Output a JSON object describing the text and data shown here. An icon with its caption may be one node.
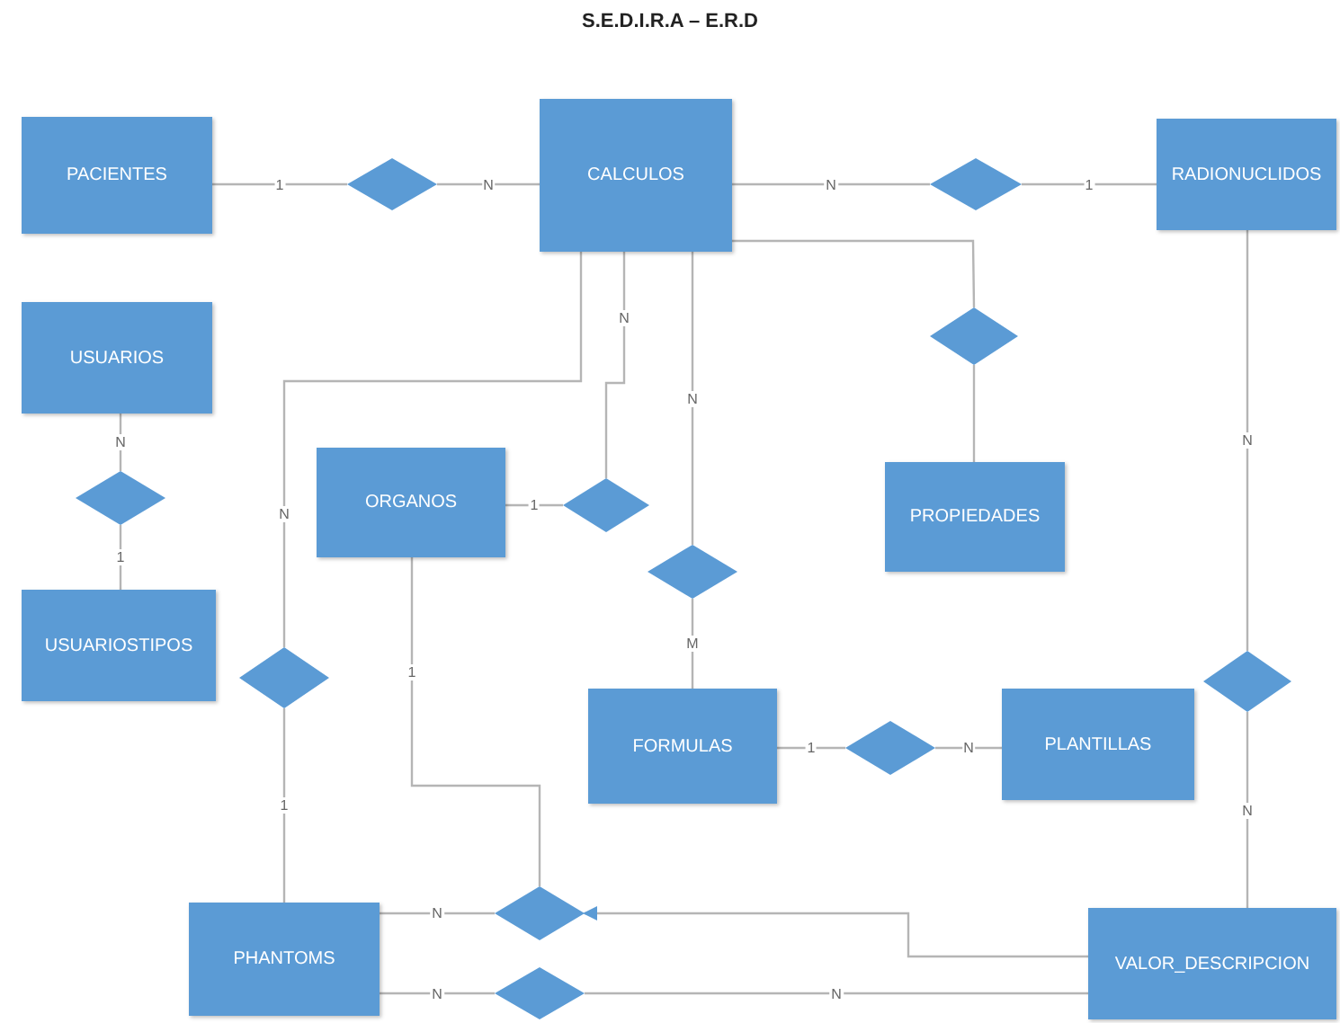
{
  "diagram": {
    "title": "S.E.D.I.R.A – E.R.D",
    "nodes": [
      {
        "text": [
          "PACIENTES"
        ]
      },
      {
        "text": [],
        "shape": "diamond"
      },
      {
        "text": [
          "CALCULOS"
        ]
      },
      {
        "text": [],
        "shape": "diamond"
      },
      {
        "text": [
          "RADIONUCLIDOS"
        ]
      },
      {
        "text": [
          "USUARIOS"
        ]
      },
      {
        "text": [],
        "shape": "diamond"
      },
      {
        "text": [
          "ORGANOS"
        ]
      },
      {
        "text": [],
        "shape": "diamond"
      },
      {
        "text": [],
        "shape": "diamond"
      },
      {
        "text": [
          "PROPIEDADES"
        ]
      },
      {
        "text": [],
        "shape": "diamond"
      },
      {
        "text": [
          "USUARIOSTIPOS"
        ]
      },
      {
        "text": [],
        "shape": "diamond"
      },
      {
        "text": [
          "FORMULAS"
        ]
      },
      {
        "text": [],
        "shape": "diamond"
      },
      {
        "text": [
          "PLANTILLAS"
        ]
      },
      {
        "text": [],
        "shape": "diamond"
      },
      {
        "text": [],
        "shape": "diamond"
      },
      {
        "text": [
          "PHANTOMS"
        ]
      },
      {
        "text": [],
        "shape": "diamond"
      },
      {
        "text": [
          "VALOR_DESCRIPCION"
        ]
      }
    ],
    "edges": [
      {
        "from": 0,
        "to": 1,
        "arrow": "none",
        "label": "1"
      },
      {
        "from": 1,
        "to": 2,
        "arrow": "none",
        "label": "N"
      },
      {
        "from": 2,
        "to": 3,
        "arrow": "none",
        "label": "N"
      },
      {
        "from": 3,
        "to": 4,
        "arrow": "none",
        "label": "1"
      },
      {
        "from": 2,
        "to": 9,
        "arrow": "none"
      },
      {
        "from": 9,
        "to": 10,
        "arrow": "none"
      },
      {
        "from": 5,
        "to": 6,
        "arrow": "none",
        "label": "N"
      },
      {
        "from": 6,
        "to": 12,
        "arrow": "none",
        "label": "1"
      },
      {
        "from": 2,
        "to": 8,
        "arrow": "none",
        "label": "N"
      },
      {
        "from": 7,
        "to": 8,
        "arrow": "none",
        "label": "1"
      },
      {
        "from": 2,
        "to": 13,
        "arrow": "none",
        "label": "N"
      },
      {
        "from": 13,
        "to": 19,
        "arrow": "none",
        "label": "1"
      },
      {
        "from": 2,
        "to": 11,
        "arrow": "none",
        "label": "N"
      },
      {
        "from": 11,
        "to": 14,
        "arrow": "none",
        "label": "M"
      },
      {
        "from": 14,
        "to": 15,
        "arrow": "none",
        "label": "1"
      },
      {
        "from": 15,
        "to": 16,
        "arrow": "none",
        "label": "N"
      },
      {
        "from": 4,
        "to": 17,
        "arrow": "none",
        "label": "N"
      },
      {
        "from": 17,
        "to": 21,
        "arrow": "none",
        "label": "N"
      },
      {
        "from": 7,
        "to": 18,
        "arrow": "none",
        "label": "1"
      },
      {
        "from": 19,
        "to": 18,
        "arrow": "none",
        "label": "N"
      },
      {
        "from": 21,
        "to": 18,
        "arrow": "to"
      },
      {
        "from": 19,
        "to": 20,
        "arrow": "none",
        "label": "N"
      },
      {
        "from": 20,
        "to": 21,
        "arrow": "none",
        "label": "N"
      }
    ]
  }
}
